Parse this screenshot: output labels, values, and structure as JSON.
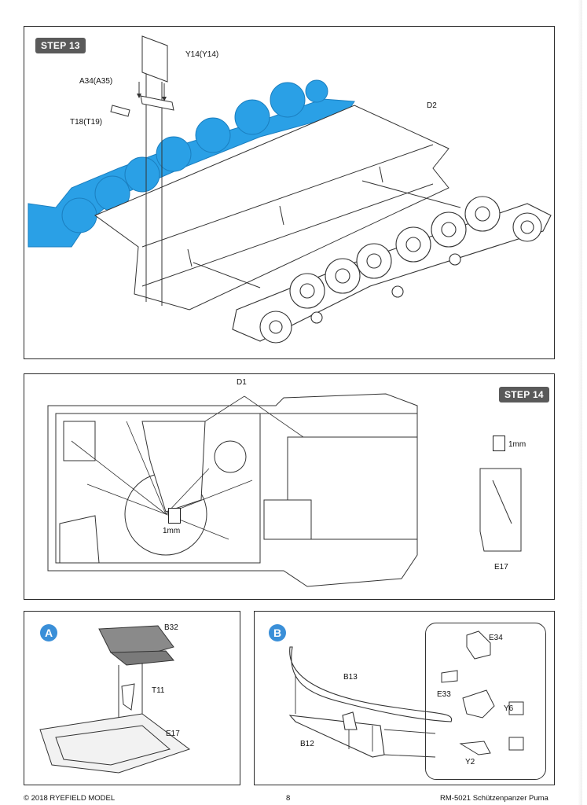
{
  "step13": {
    "badge": "STEP 13",
    "labels": {
      "y14": "Y14(Y14)",
      "a34": "A34(A35)",
      "t18": "T18(T19)",
      "d2": "D2"
    }
  },
  "step14": {
    "badge": "STEP 14",
    "labels": {
      "d1": "D1",
      "glue_main": "1mm",
      "glue_side": "1mm",
      "e17": "E17"
    }
  },
  "sub_a": {
    "marker": "A",
    "labels": {
      "b32": "B32",
      "t11": "T11",
      "e17": "E17"
    }
  },
  "sub_b": {
    "marker": "B",
    "labels": {
      "b13": "B13",
      "b12": "B12",
      "e34": "E34",
      "e33": "E33",
      "y6": "Y6",
      "y2": "Y2"
    }
  },
  "footer": {
    "copyright": "© 2018 RYEFIELD MODEL",
    "page_number": "8",
    "product": "RM-5021 Schützenpanzer Puma"
  },
  "colors": {
    "highlight_blue": "#2aa0e6",
    "badge_grey": "#5a5a5a",
    "marker_blue": "#3a8fd8"
  }
}
